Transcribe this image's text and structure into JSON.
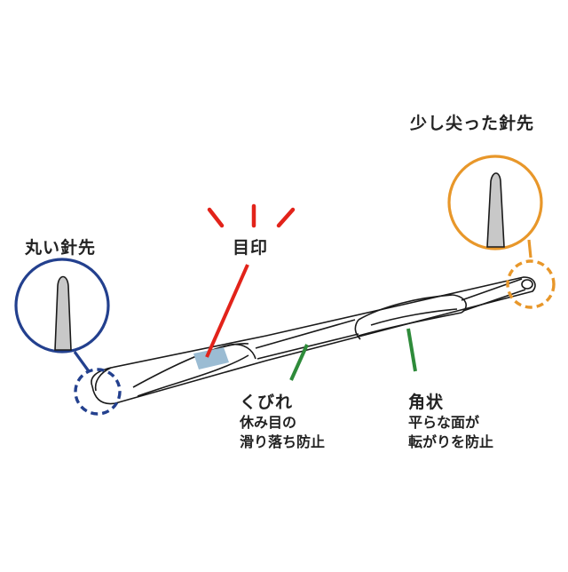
{
  "labels": {
    "round_tip": "丸い針先",
    "sharp_tip": "少し尖った針先",
    "marker": "目印",
    "waist": {
      "title": "くびれ",
      "desc_line1": "休み目の",
      "desc_line2": "滑り落ち防止"
    },
    "angular": {
      "title": "角状",
      "desc_line1": "平らな面が",
      "desc_line2": "転がりを防止"
    }
  },
  "colors": {
    "round_tip_callout": "#23408e",
    "sharp_tip_callout": "#e8972a",
    "marker_accent": "#e2231a",
    "feature_pointer": "#2e8b3a",
    "marker_patch": "#9bbcd3",
    "needle_tip_fill": "#c8c8c8",
    "outline": "#1a1a1a"
  },
  "icons": {
    "round_tip_detail": "rounded-needle-tip-icon",
    "sharp_tip_detail": "pointed-needle-tip-icon",
    "marker_emphasis": "emphasis-rays-icon"
  }
}
